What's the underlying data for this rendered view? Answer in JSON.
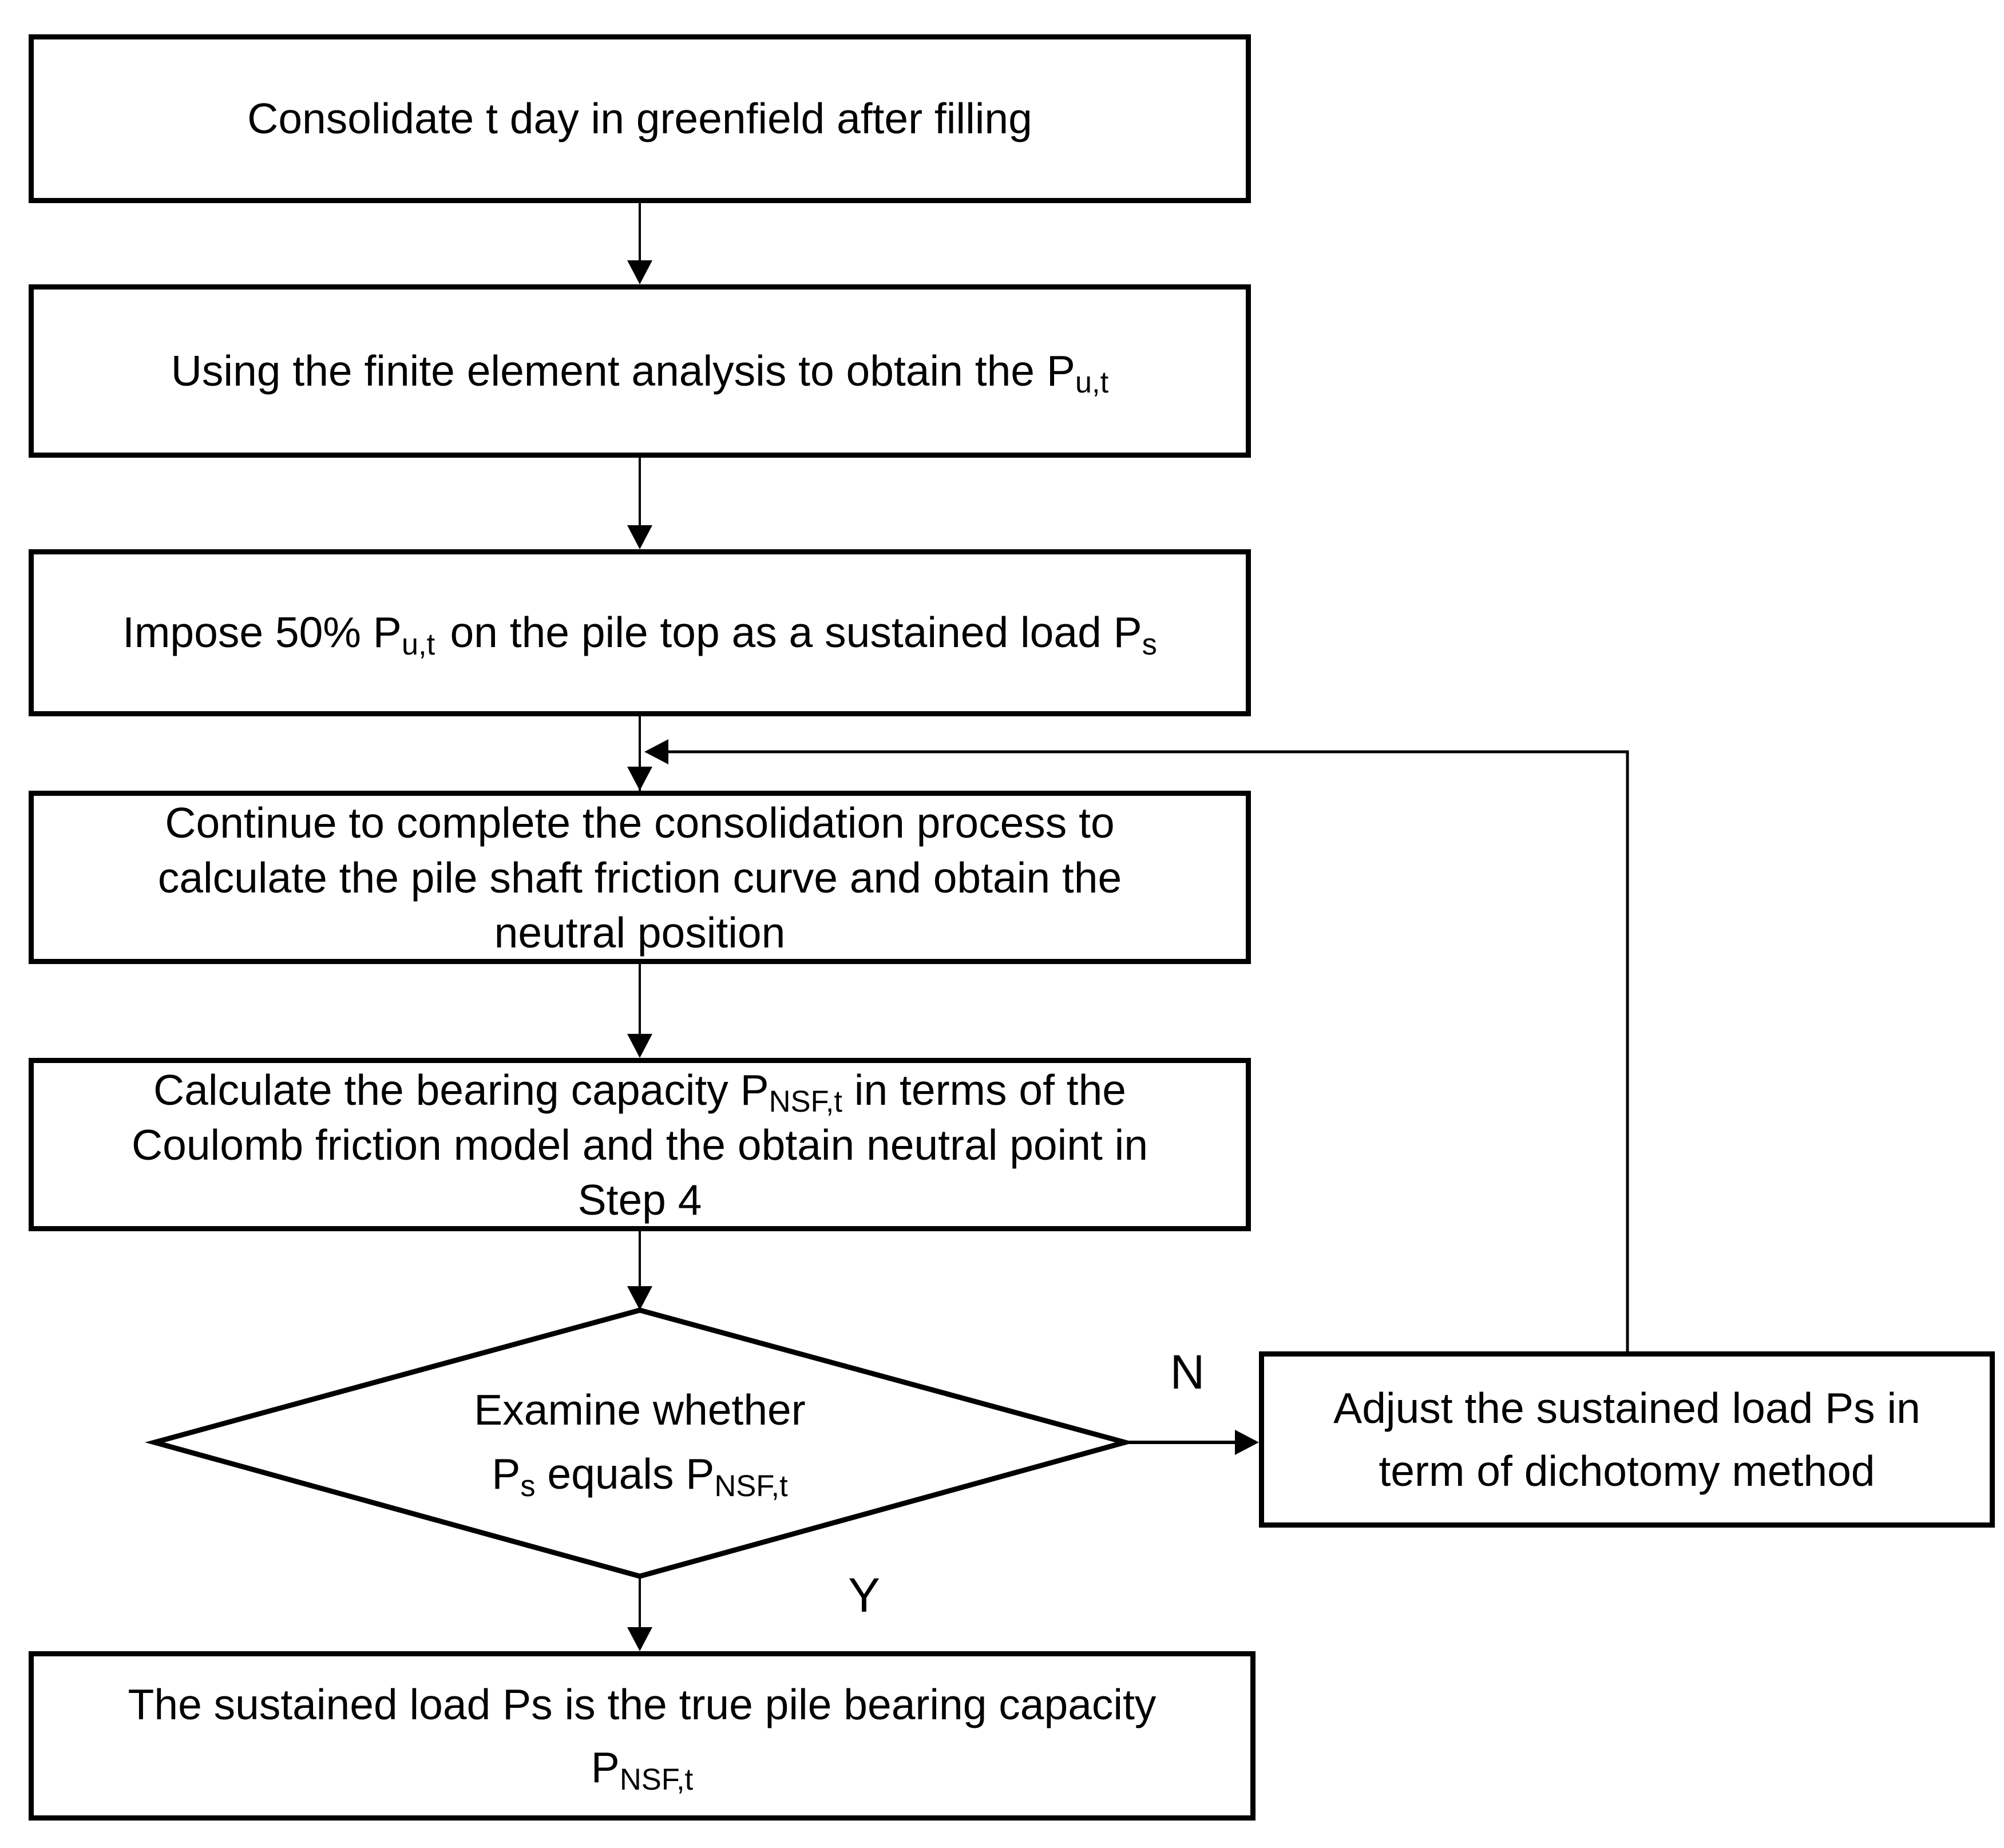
{
  "flowchart": {
    "background_color": "#ffffff",
    "stroke_color": "#000000",
    "nodes": {
      "step1": {
        "shape": "process",
        "line1": "Consolidate t day in greenfield after filling"
      },
      "step2": {
        "shape": "process",
        "line1_text": "Using the finite element analysis to obtain the P",
        "line1_sub": "u,t"
      },
      "step3": {
        "shape": "process",
        "seg1": "Impose 50% P",
        "seg1_sub": "u,t",
        "seg2": "on the pile top as a sustained load P",
        "seg2_sub": "s"
      },
      "step4": {
        "shape": "process",
        "line1": "Continue to complete the consolidation process to",
        "line2": "calculate the pile shaft friction curve and obtain the",
        "line3": "neutral position"
      },
      "step5": {
        "shape": "process",
        "line1_seg1": "Calculate the bearing capacity P",
        "line1_sub1": "NSF,t",
        "line1_seg2": " in terms of the",
        "line2": "Coulomb friction model and the obtain neutral point in",
        "line3": "Step 4"
      },
      "decision": {
        "shape": "decision",
        "line1": "Examine whether",
        "line2_seg1": "P",
        "line2_sub1": "s",
        "line2_seg2": " equals P",
        "line2_sub2": "NSF,t"
      },
      "adjust": {
        "shape": "process",
        "line1": "Adjust the sustained load Ps in",
        "line2": "term of dichotomy method"
      },
      "result": {
        "shape": "process",
        "line1": "The sustained load Ps is the true pile bearing capacity",
        "line2_seg1": "P",
        "line2_sub1": "NSF,t"
      }
    },
    "branch_labels": {
      "no": "N",
      "yes": "Y"
    },
    "edges": [
      {
        "from": "step1",
        "to": "step2"
      },
      {
        "from": "step2",
        "to": "step3"
      },
      {
        "from": "step3",
        "to": "step4"
      },
      {
        "from": "step4",
        "to": "step5"
      },
      {
        "from": "step5",
        "to": "decision"
      },
      {
        "from": "decision",
        "to": "adjust",
        "label": "N"
      },
      {
        "from": "decision",
        "to": "result",
        "label": "Y"
      },
      {
        "from": "adjust",
        "to": "step4",
        "label": "",
        "type": "feedback-loop"
      }
    ]
  }
}
